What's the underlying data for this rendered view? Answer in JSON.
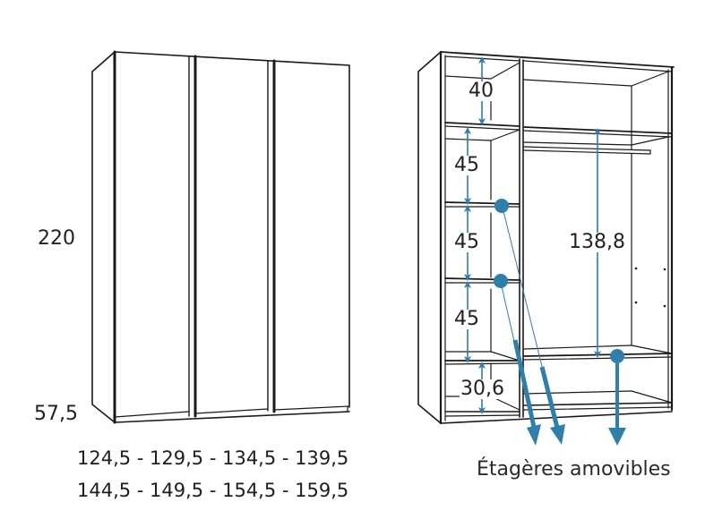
{
  "closed_wardrobe": {
    "height_label": "220",
    "depth_label": "57,5",
    "door_count": 3,
    "width_options_row1": "124,5 - 129,5 - 134,5 - 139,5",
    "width_options_row2": "144,5 - 149,5 - 154,5 - 159,5"
  },
  "open_wardrobe": {
    "left_column_dimensions": [
      "40",
      "45",
      "45",
      "45",
      "30,6"
    ],
    "hanging_height": "138,8",
    "removable_shelves_label": "Étagères amovibles",
    "removable_shelf_markers": 3
  },
  "colors": {
    "line": "#1a1a1a",
    "accent": "#2e7fab",
    "background": "#ffffff",
    "rail": "#555555"
  }
}
